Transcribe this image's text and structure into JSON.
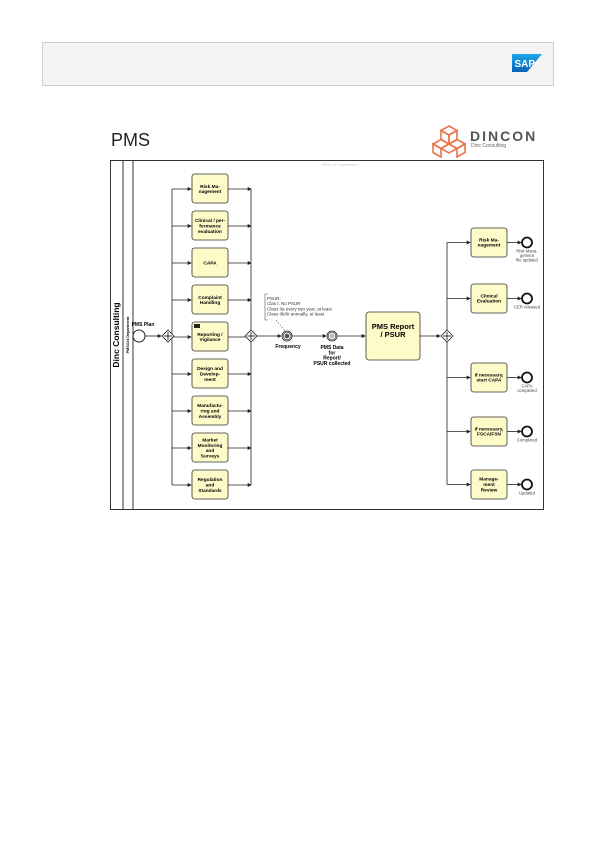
{
  "header": {
    "logo_text": "SAP"
  },
  "page": {
    "title": "PMS"
  },
  "company_logo": {
    "name": "DINCON",
    "subtitle": "Dinc Consulting"
  },
  "diagram": {
    "watermark": "PMS 1/4 Department",
    "pool_label": "Dinc Consulting",
    "lane_label": "PMS/1/4 Department",
    "start_event": "PMS Plan",
    "left_tasks": [
      "Risk Ma-|nagement",
      "Clinical / per-|formance|evaluation",
      "CAPA",
      "Complaint|Handling",
      "Reporting /|Vigilance",
      "Design and|Develop-|ment",
      "Manufactu-|ring and|Assembly",
      "Market|Monitoring|and|Surveys",
      "Regulation|and|Standards"
    ],
    "annotation": [
      "PSUR:",
      "Clas I: No PSUR",
      "Class IIa every two year, at least",
      "Class IIb/III annually, at least"
    ],
    "timer_label": "Frequency",
    "intermediate_label": "PMS Data|for|Report/|PSUR collected",
    "main_task": "PMS Report|/ PSUR",
    "right_tasks": [
      {
        "task": "Risk Ma-|nagement",
        "end": "Risk Mana-|gement|file updated"
      },
      {
        "task": "Clinical|Evaluation",
        "end": "CER released"
      },
      {
        "task": "If necessary,|start CAPA",
        "end": "CAPA|completed"
      },
      {
        "task": "If necessary,|FSCA/FSN",
        "end": "Completed"
      },
      {
        "task": "Manage-|ment|Review",
        "end": "Updated"
      }
    ]
  }
}
